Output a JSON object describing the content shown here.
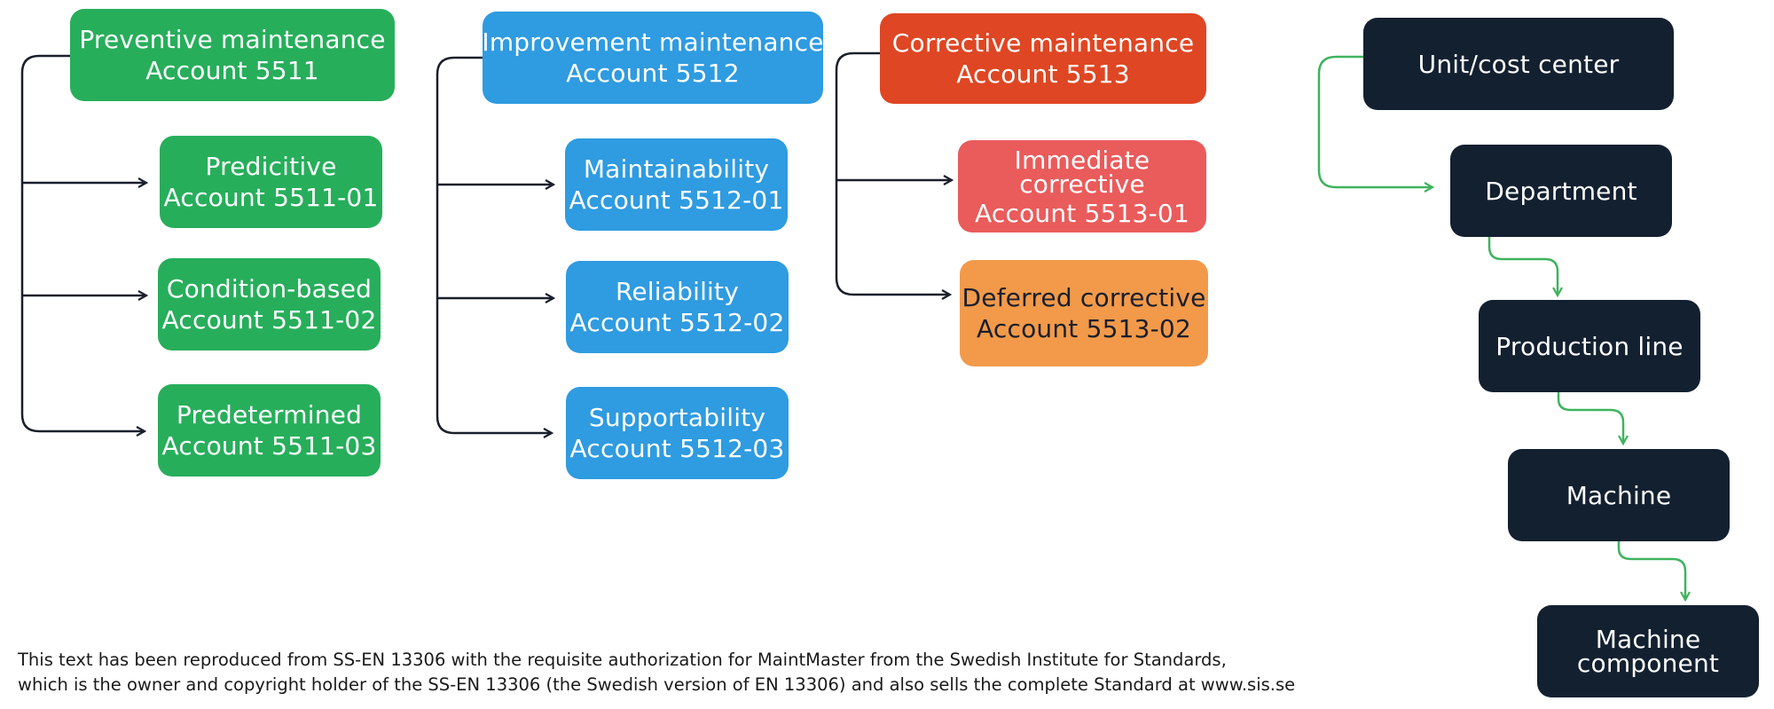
{
  "groups": [
    {
      "parent": {
        "name": "Preventive maintenance",
        "account": "Account 5511"
      },
      "children": [
        {
          "name": "Predicitive",
          "account": "Account 5511-01"
        },
        {
          "name": "Condition-based",
          "account": "Account 5511-02"
        },
        {
          "name": "Predetermined",
          "account": "Account 5511-03"
        }
      ]
    },
    {
      "parent": {
        "name": "Improvement maintenance",
        "account": "Account 5512"
      },
      "children": [
        {
          "name": "Maintainability",
          "account": "Account 5512-01"
        },
        {
          "name": "Reliability",
          "account": "Account 5512-02"
        },
        {
          "name": "Supportability",
          "account": "Account 5512-03"
        }
      ]
    },
    {
      "parent": {
        "name": "Corrective maintenance",
        "account": "Account 5513"
      },
      "children": [
        {
          "name_line1": "Immediate",
          "name_line2": "corrective",
          "account": "Account 5513-01"
        },
        {
          "name": "Deferred corrective",
          "account": "Account 5513-02"
        }
      ]
    }
  ],
  "hierarchy": [
    {
      "label": "Unit/cost center"
    },
    {
      "label": "Department"
    },
    {
      "label": "Production line"
    },
    {
      "label": "Machine"
    },
    {
      "label_line1": "Machine",
      "label_line2": "component"
    }
  ],
  "footnote": {
    "line1": "This text has been reproduced from SS-EN 13306 with the requisite authorization for MaintMaster from the Swedish Institute for Standards,",
    "line2": "which is the owner and copyright holder of the SS-EN 13306 (the Swedish version of EN 13306) and also sells the complete Standard at www.sis.se"
  },
  "colors": {
    "preventive": "#27ae5b",
    "improvement": "#2f9be0",
    "corrective": "#df4623",
    "immediate": "#ea5b5b",
    "deferred": "#f29a4a",
    "hierarchy_box": "#132030",
    "hierarchy_arrow": "#3fb35e",
    "tree_line": "#1a1f2b"
  }
}
